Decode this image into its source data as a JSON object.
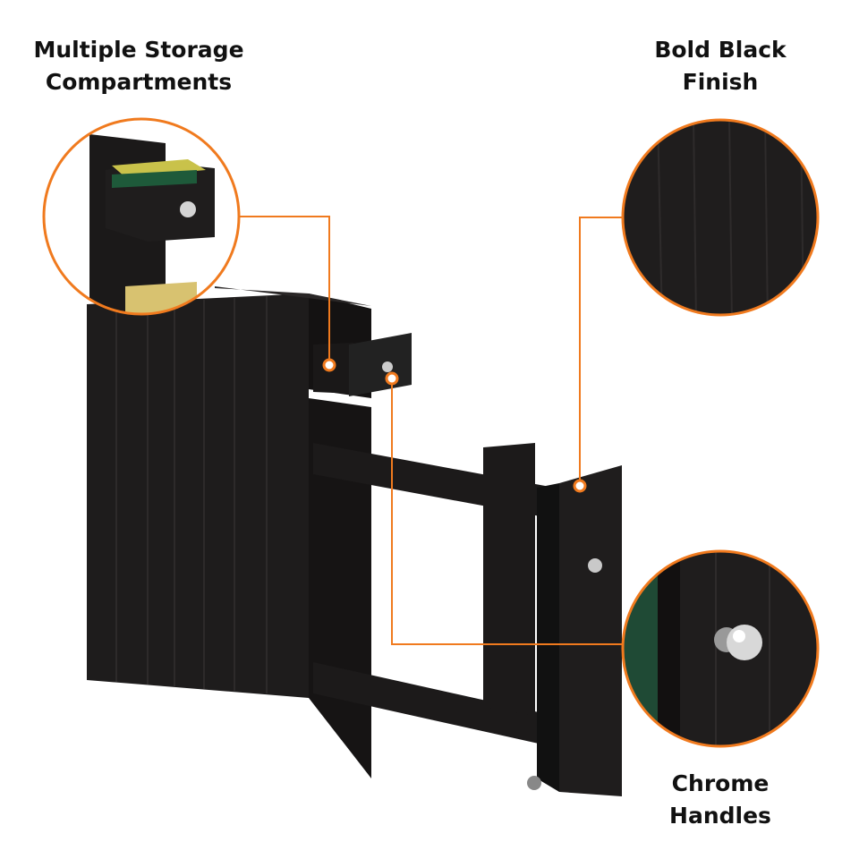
{
  "callouts": [
    {
      "line1": "Multiple Storage",
      "line2": "Compartments"
    },
    {
      "line1": "Bold Black",
      "line2": "Finish"
    },
    {
      "line1": "Chrome",
      "line2": "Handles"
    }
  ],
  "colors": {
    "accent": "#F07A1E",
    "cabinet": "#1c1a1a",
    "background": "#ffffff"
  }
}
